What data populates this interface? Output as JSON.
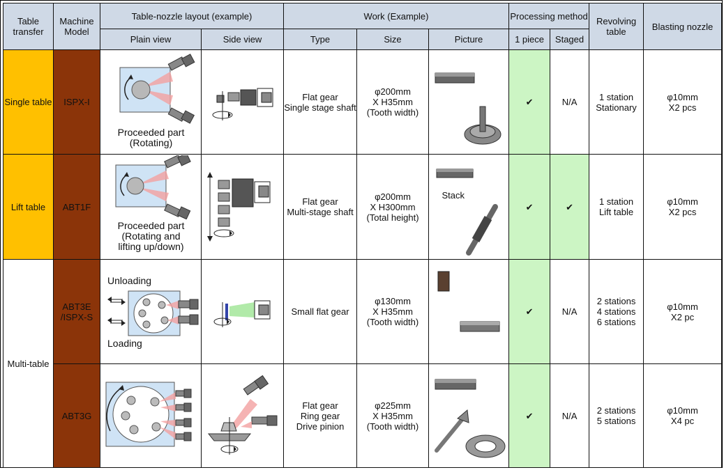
{
  "headers": {
    "table_transfer": "Table transfer",
    "machine_model": "Machine Model",
    "layout": "Table-nozzle layout (example)",
    "plain_view": "Plain view",
    "side_view": "Side view",
    "work": "Work (Example)",
    "type": "Type",
    "size": "Size",
    "picture": "Picture",
    "processing": "Processing method",
    "one_piece": "1 piece",
    "staged": "Staged",
    "revolving": "Revolving table",
    "nozzle": "Blasting nozzle"
  },
  "groups": {
    "single": "Single table",
    "lift": "Lift table",
    "multi": "Multi-table"
  },
  "rows": [
    {
      "model": "ISPX-I",
      "plain_caption": "Proceeded part\n(Rotating)",
      "type": "Flat gear\nSingle stage shaft",
      "size": "φ200mm\nX H35mm\n(Tooth width)",
      "one_piece": "✔",
      "staged": "N/A",
      "revolving": "1 station\nStationary",
      "nozzle": "φ10mm\nX2 pcs"
    },
    {
      "model": "ABT1F",
      "plain_caption": "Proceeded part\n(Rotating and\nlifting up/down)",
      "picture_label": "Stack",
      "type": "Flat gear\nMulti-stage shaft",
      "size": "φ200mm\nX H300mm\n(Total height)",
      "one_piece": "✔",
      "staged": "✔",
      "revolving": "1 station\nLift table",
      "nozzle": "φ10mm\nX2 pcs"
    },
    {
      "model": "ABT3E\n/ISPX-S",
      "plain_top": "Unloading",
      "plain_bottom": "Loading",
      "type": "Small flat gear",
      "size": "φ130mm\nX H35mm\n(Tooth width)",
      "one_piece": "✔",
      "staged": "N/A",
      "revolving": "2 stations\n4 stations\n6 stations",
      "nozzle": "φ10mm\nX2 pc"
    },
    {
      "model": "ABT3G",
      "type": "Flat gear\nRing gear\nDrive pinion",
      "size": "φ225mm\nX H35mm\n(Tooth width)",
      "one_piece": "✔",
      "staged": "N/A",
      "revolving": "2 stations\n5 stations",
      "nozzle": "φ10mm\nX4 pc"
    }
  ],
  "icons": {
    "check": "check-icon",
    "nozzle": "nozzle-icon",
    "rotation": "rotation-arrow-icon",
    "gear": "gear-icon"
  },
  "colors": {
    "header_bg": "#cfd9e6",
    "yellow": "#ffc000",
    "model_bg": "#8b3409",
    "green": "#ccf5c4",
    "table_blue": "#cfe3f5"
  }
}
